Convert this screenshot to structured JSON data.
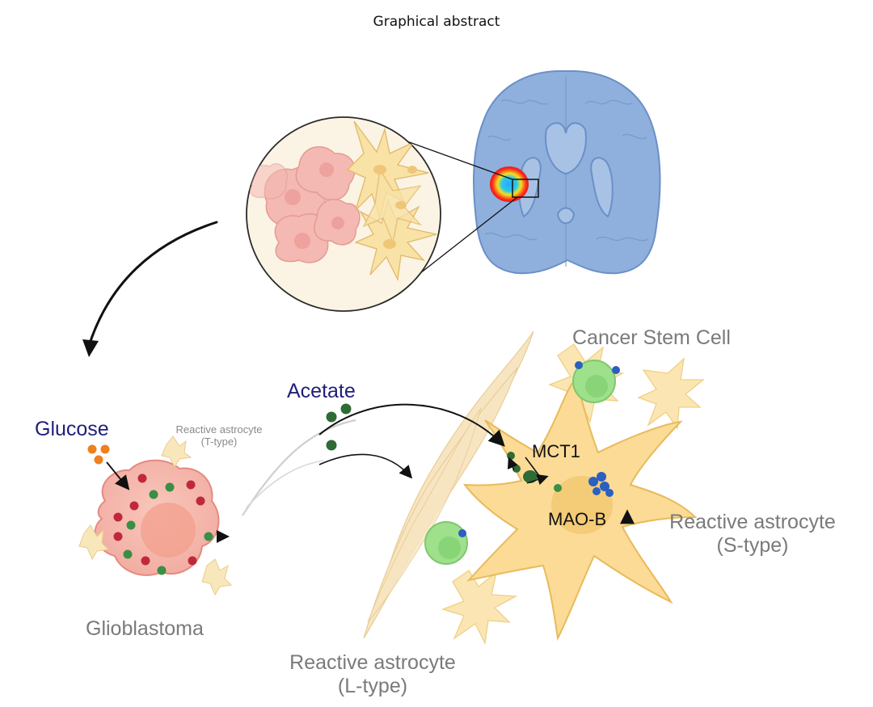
{
  "title": "Graphical abstract",
  "labels": {
    "cancer_stem_cell": "Cancer Stem Cell",
    "acetate": "Acetate",
    "glucose": "Glucose",
    "reactive_t_line1": "Reactive astrocyte",
    "reactive_t_line2": "(T-type)",
    "mct1": "MCT1",
    "mao_b": "MAO-B",
    "reactive_s_line1": "Reactive astrocyte",
    "reactive_s_line2": "(S-type)",
    "glioblastoma": "Glioblastoma",
    "reactive_l_line1": "Reactive astrocyte",
    "reactive_l_line2": "(L-type)"
  },
  "colors": {
    "brain": "#8fb0dc",
    "brain_outline": "#6b8fc8",
    "tumor_cell": "#f2b0a8",
    "astrocyte": "#f8e2a6",
    "astrocyte_outline": "#e8c277",
    "acetate_dot": "#2f6b35",
    "glucose_dot": "#f07f1e",
    "red_dot": "#c0283c",
    "green_dot": "#3a8e45",
    "stem_cell": "#8fd880",
    "mao_b_enzyme": "#2b5fc0"
  }
}
